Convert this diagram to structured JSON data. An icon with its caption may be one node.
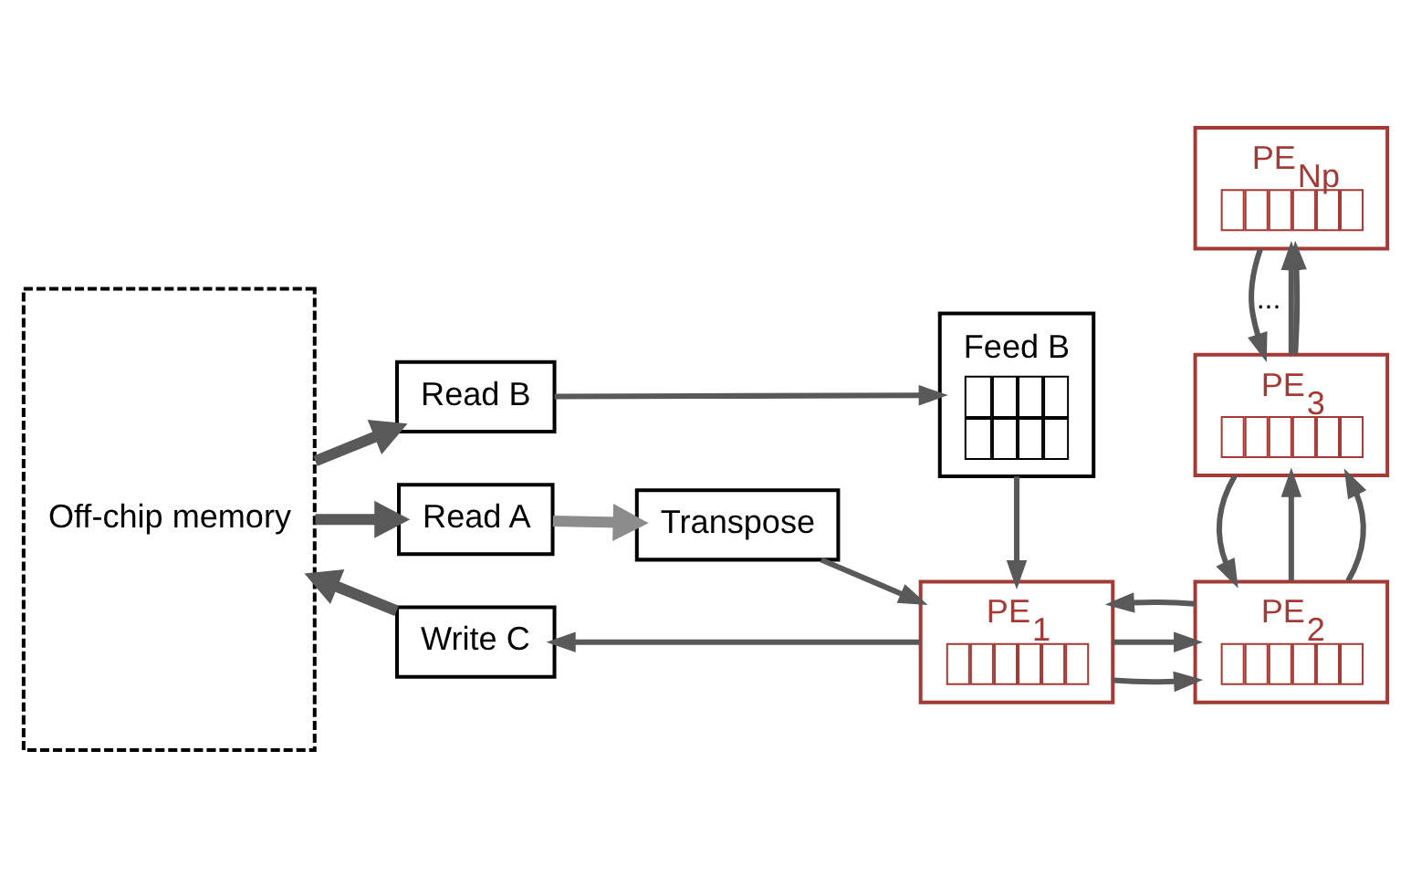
{
  "diagram": {
    "nodes": [
      {
        "text": [
          "Off-chip memory"
        ]
      },
      {
        "text": [
          "Read A"
        ]
      },
      {
        "text": [
          "Read B"
        ]
      },
      {
        "text": [
          "Write C"
        ]
      },
      {
        "text": [
          "Transpose"
        ]
      },
      {
        "text": [
          "Feed B"
        ]
      },
      {
        "text": [
          "PE$_{1}$"
        ]
      },
      {
        "text": [
          "PE$_{2}$"
        ]
      },
      {
        "text": [
          "PE$_{3}$"
        ]
      },
      {
        "text": [
          "PE$_{Np}$"
        ]
      }
    ],
    "edges": [
      {
        "from": 0,
        "to": 1,
        "arrow": "to",
        "style": "thick"
      },
      {
        "from": 0,
        "to": 2,
        "arrow": "to",
        "style": "thick"
      },
      {
        "from": 3,
        "to": 0,
        "arrow": "to",
        "style": "thick"
      },
      {
        "from": 1,
        "to": 4,
        "arrow": "to",
        "style": "thick",
        "color": "#8c8c8c"
      },
      {
        "from": 2,
        "to": 5,
        "arrow": "to"
      },
      {
        "from": 5,
        "to": 6,
        "arrow": "to"
      },
      {
        "from": 4,
        "to": 6,
        "arrow": "to"
      },
      {
        "from": 6,
        "to": 7,
        "arrow": "to"
      },
      {
        "from": 6,
        "to": 7,
        "arrow": "to"
      },
      {
        "from": 7,
        "to": 6,
        "arrow": "to"
      },
      {
        "from": 6,
        "to": 3,
        "arrow": "to"
      },
      {
        "from": 7,
        "to": 8,
        "arrow": "to"
      },
      {
        "from": 7,
        "to": 8,
        "arrow": "to"
      },
      {
        "from": 8,
        "to": 7,
        "arrow": "to"
      },
      {
        "from": 8,
        "to": 9,
        "arrow": "to",
        "label": "..."
      },
      {
        "from": 8,
        "to": 9,
        "arrow": "to"
      },
      {
        "from": 9,
        "to": 8,
        "arrow": "to"
      }
    ]
  }
}
